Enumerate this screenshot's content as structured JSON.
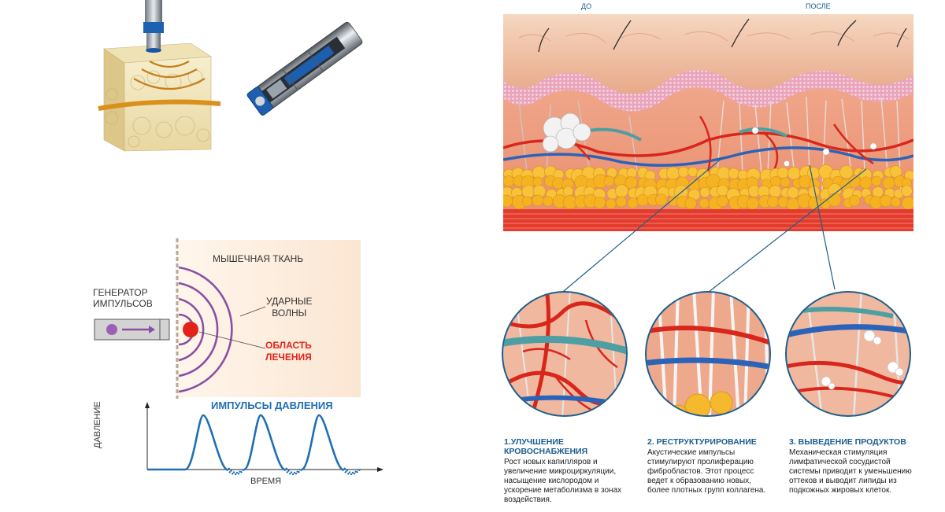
{
  "skin_labels": {
    "before": "ДО",
    "after": "ПОСЛЕ"
  },
  "wave_diagram": {
    "generator_label_1": "ГЕНЕРАТОР",
    "generator_label_2": "ИМПУЛЬСОВ",
    "tissue_label": "МЫШЕЧНАЯ ТКАНЬ",
    "shock_waves_1": "УДАРНЫЕ",
    "shock_waves_2": "ВОЛНЫ",
    "treatment_area_1": "ОБЛАСТЬ",
    "treatment_area_2": "ЛЕЧЕНИЯ",
    "pulses_title": "ИМПУЛЬСЫ ДАВЛЕНИЯ",
    "y_axis": "ДАВЛЕНИЕ",
    "x_axis": "ВРЕМЯ"
  },
  "effects": [
    {
      "title_1": "1.УЛУЧШЕНИЕ",
      "title_2": "КРОВОСНАБЖЕНИЯ",
      "lines": [
        "Рост новых капилляров и",
        "увеличение микроциркуляции,",
        "насыщение кислородом и",
        "ускорение метаболизма в зонах",
        "воздействия."
      ]
    },
    {
      "title_1": "2. РЕСТРУКТУРИРОВАНИЕ",
      "title_2": "",
      "lines": [
        "Акустические импульсы",
        "стимулируют пролиферацию",
        "фибробластов. Этот процесс",
        "ведет к образованию новых,",
        "более плотных групп коллагена."
      ]
    },
    {
      "title_1": "3. ВЫВЕДЕНИЕ ПРОДУКТОВ",
      "title_2": "",
      "lines": [
        "Механическая стимуляция",
        "лимфатической  сосудистой",
        "системы приводит к уменьшению",
        "оттеков и выводит  липиды из",
        "подкожных жировых клеток."
      ]
    }
  ],
  "colors": {
    "accent_blue": "#1b5d8f",
    "wave_purple": "#8b4fa3",
    "treatment_red": "#e2231a",
    "pulse_blue": "#1f6fb5"
  }
}
